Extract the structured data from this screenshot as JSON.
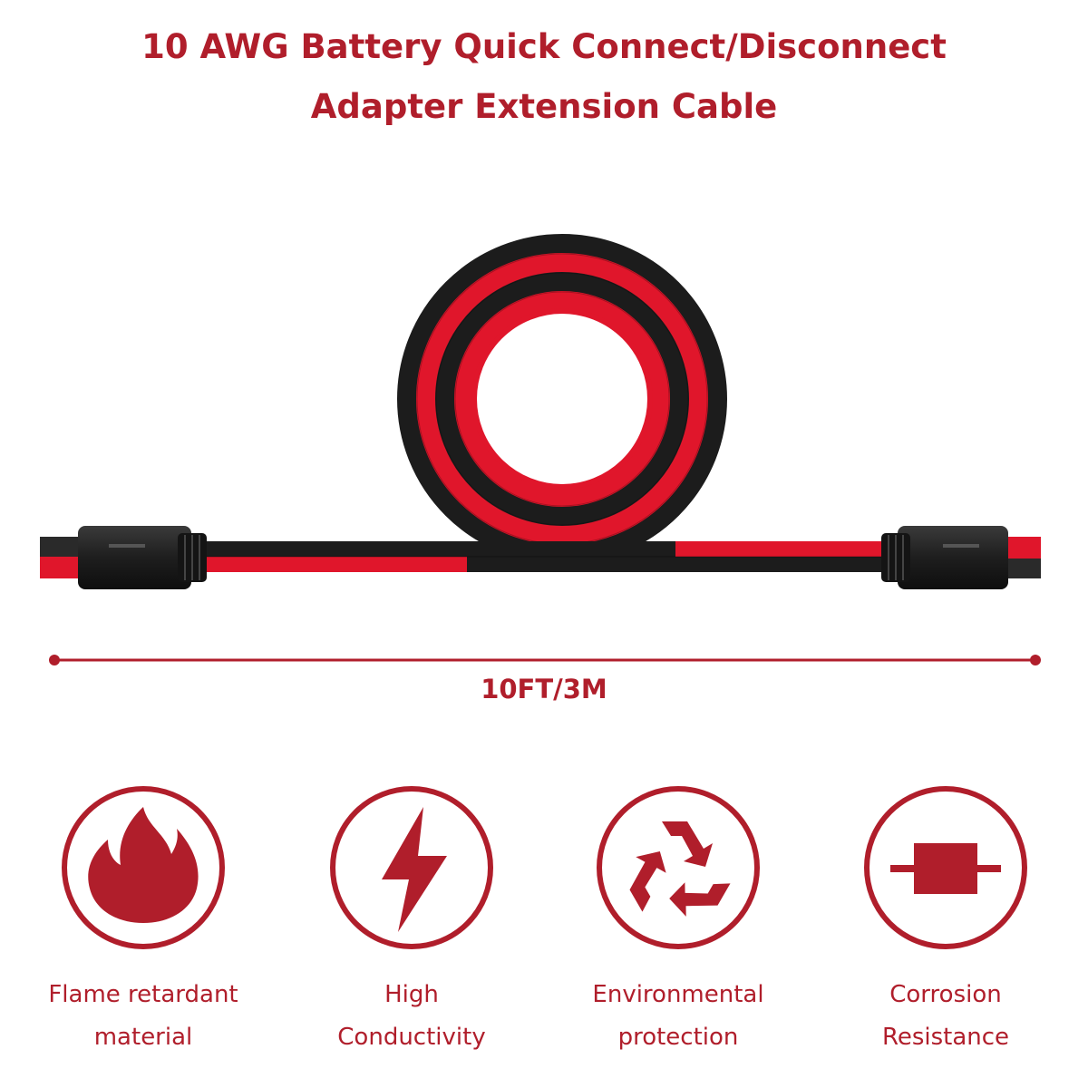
{
  "title": {
    "line1": "10 AWG Battery Quick Connect/Disconnect",
    "line2": "Adapter Extension Cable"
  },
  "length_label": "10FT/3M",
  "colors": {
    "accent": "#b01e2b",
    "cable_red": "#e0162b",
    "cable_black": "#1c1c1c"
  },
  "features": [
    {
      "icon": "flame-icon",
      "line1": "Flame retardant",
      "line2": "material"
    },
    {
      "icon": "lightning-icon",
      "line1": "High",
      "line2": "Conductivity"
    },
    {
      "icon": "recycle-icon",
      "line1": "Environmental",
      "line2": "protection"
    },
    {
      "icon": "resistor-icon",
      "line1": "Corrosion",
      "line2": "Resistance"
    }
  ]
}
